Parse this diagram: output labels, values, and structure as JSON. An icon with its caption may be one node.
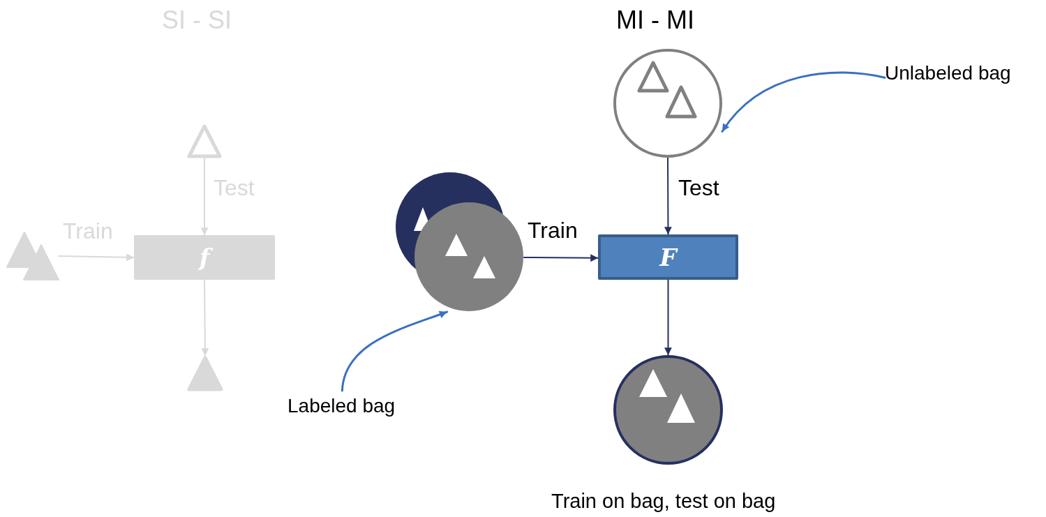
{
  "diagram": {
    "caption": "Train on bag, test on bag",
    "nodes": [
      {
        "text": [],
        "shape": "triangle"
      },
      {
        "text": [],
        "shape": "triangle"
      },
      {
        "text": [
          "f"
        ]
      },
      {
        "text": [],
        "shape": "triangle"
      },
      {
        "text": [],
        "shape": "circle"
      },
      {
        "text": [],
        "shape": "circle"
      },
      {
        "text": [
          "F"
        ]
      },
      {
        "text": [],
        "shape": "circle"
      },
      {
        "text": [
          "Unlabeled bag"
        ]
      },
      {
        "text": [
          "Labeled bag"
        ]
      }
    ],
    "edges": [
      {
        "from": 0,
        "to": 2,
        "arrow": "to",
        "label": "Test",
        "color": "#d9d9d9"
      },
      {
        "from": 1,
        "to": 2,
        "arrow": "to",
        "label": "Train",
        "color": "#d9d9d9"
      },
      {
        "from": 2,
        "to": 3,
        "arrow": "to",
        "color": "#d9d9d9"
      },
      {
        "from": 4,
        "to": 6,
        "arrow": "to",
        "label": "Test",
        "color": "#26305f"
      },
      {
        "from": 5,
        "to": 6,
        "arrow": "to",
        "label": "Train",
        "color": "#26305f"
      },
      {
        "from": 6,
        "to": 7,
        "arrow": "to",
        "color": "#26305f"
      },
      {
        "from": 8,
        "to": 4,
        "arrow": "to",
        "color": "#3a6fc4"
      },
      {
        "from": 9,
        "to": 5,
        "arrow": "to",
        "color": "#3a6fc4"
      }
    ],
    "labels": [
      "SI - SI",
      "MI - MI"
    ]
  }
}
